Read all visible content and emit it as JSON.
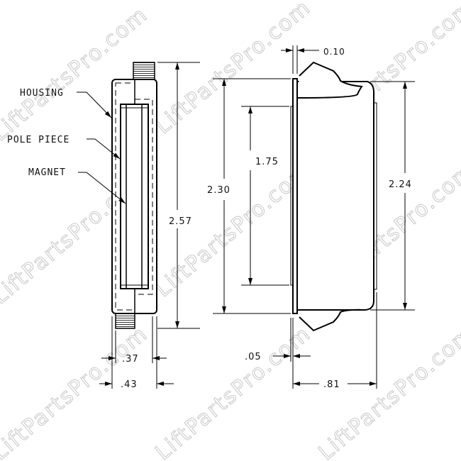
{
  "watermark": "LiftPartsPro.com",
  "labels": {
    "housing": "HOUSING",
    "pole_piece": "POLE PIECE",
    "magnet": "MAGNET"
  },
  "dimensions": {
    "overall_height": "2.57",
    "housing_width": ".37",
    "overall_width_side": ".43",
    "plate_height": "2.30",
    "magnet_length": "1.75",
    "body_height": "2.24",
    "plate_thickness": "0.10",
    "gap": ".05",
    "depth": ".81"
  }
}
